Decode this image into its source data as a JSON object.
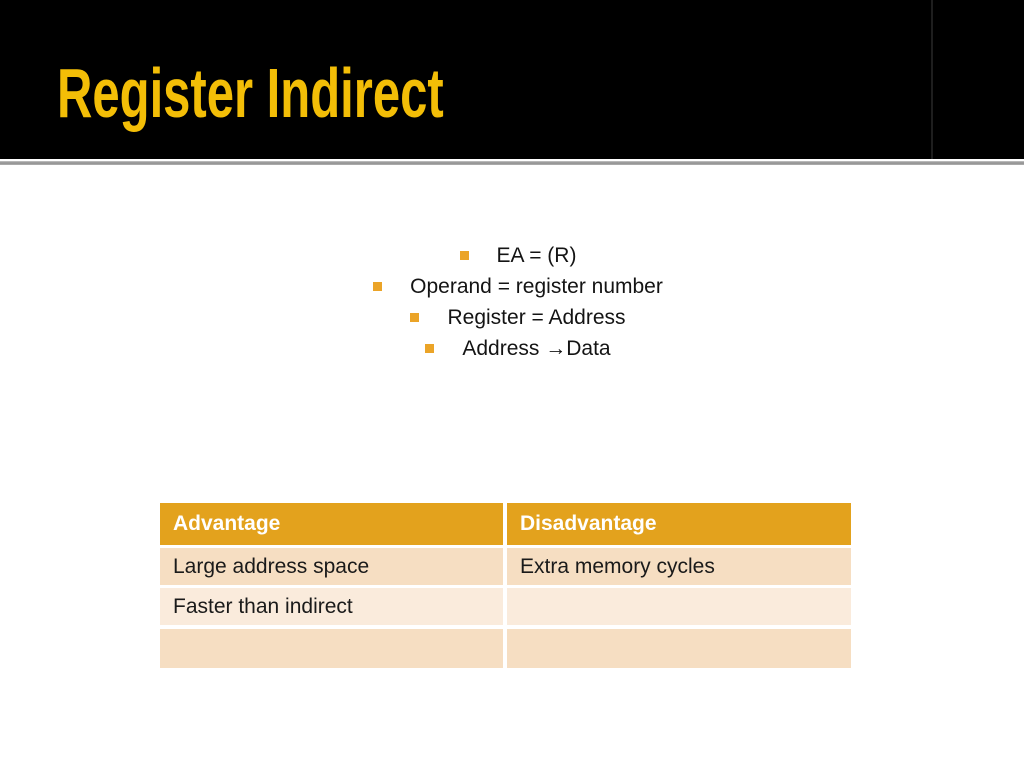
{
  "header": {
    "title": "Register Indirect"
  },
  "content": {
    "bullets": [
      "EA = (R)",
      "Operand = register number",
      "Register = Address",
      "Address →Data"
    ]
  },
  "table": {
    "columns": [
      "Advantage",
      "Disadvantage"
    ],
    "rows": [
      [
        "Large address space",
        "Extra memory cycles"
      ],
      [
        "Faster than indirect",
        ""
      ],
      [
        "",
        ""
      ]
    ]
  },
  "colors": {
    "title_gold": "#F3BE07",
    "bullet_orange": "#EBA428",
    "table_header_gold": "#E3A21D",
    "table_row_dark": "#F6DEC2",
    "table_row_light": "#FAEBDC",
    "header_background": "#000000"
  }
}
